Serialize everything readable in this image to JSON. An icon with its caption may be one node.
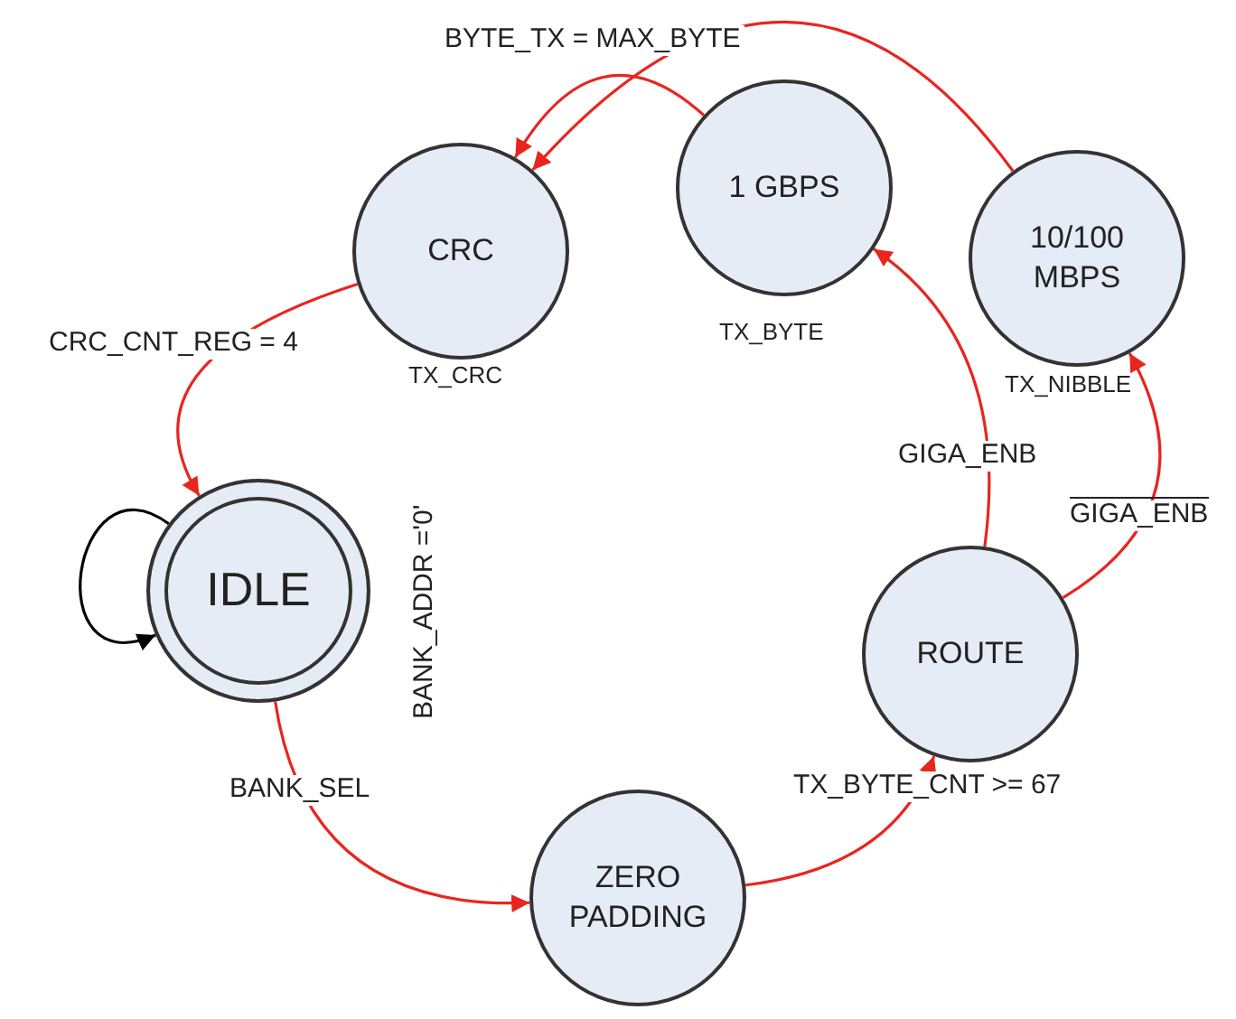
{
  "diagram": {
    "nodes": [
      {
        "text": [
          "CRC"
        ],
        "beside": [
          "TX_CRC"
        ]
      },
      {
        "text": [
          "1 GBPS"
        ],
        "beside": [
          "TX_BYTE"
        ]
      },
      {
        "text": [
          "10/100 MBPS"
        ],
        "beside": [
          "TX_NIBBLE"
        ]
      },
      {
        "text": [
          "IDLE"
        ]
      },
      {
        "text": [
          "ROUTE"
        ]
      },
      {
        "text": [
          "ZERO PADDING"
        ]
      }
    ],
    "edges": [
      {
        "from": 3,
        "to": 3,
        "arrow": "to",
        "color": "#000000"
      },
      {
        "from": 0,
        "to": 3,
        "arrow": "to",
        "label": "CRC_CNT_REG = 4"
      },
      {
        "from": 3,
        "to": 5,
        "arrow": "to",
        "label": "BANK_SEL"
      },
      {
        "from": 5,
        "to": 4,
        "arrow": "to",
        "label": "TX_BYTE_CNT >= 67"
      },
      {
        "from": 4,
        "to": 1,
        "arrow": "to",
        "label": "GIGA_ENB"
      },
      {
        "from": 4,
        "to": 2,
        "arrow": "to",
        "label": "GIGA_ENB"
      },
      {
        "from": 1,
        "to": 0,
        "arrow": "to",
        "label": "BYTE_TX = MAX_BYTE"
      },
      {
        "from": 2,
        "to": 0,
        "arrow": "to"
      }
    ],
    "labels": [
      "BANK_ADDR ='0'"
    ]
  }
}
